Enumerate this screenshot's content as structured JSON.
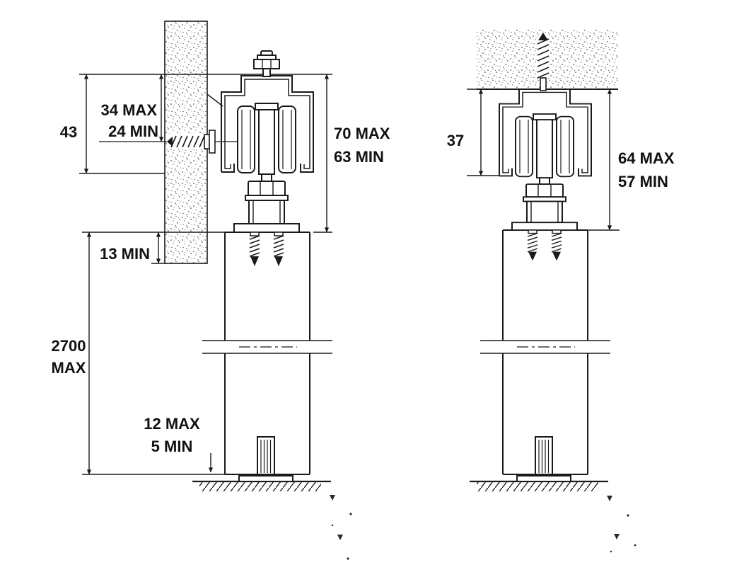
{
  "colors": {
    "ink": "#1a1a1a",
    "paper": "#ffffff"
  },
  "left_view": {
    "dim_34_max": "34 MAX",
    "dim_24_min": "24 MIN",
    "dim_43": "43",
    "dim_70_max": "70 MAX",
    "dim_63_min": "63 MIN",
    "dim_13_min": "13 MIN",
    "dim_2700": "2700",
    "dim_2700_suffix": "MAX",
    "dim_12_max": "12 MAX",
    "dim_5_min": "5 MIN"
  },
  "right_view": {
    "dim_37": "37",
    "dim_64_max": "64 MAX",
    "dim_57_min": "57 MIN"
  }
}
